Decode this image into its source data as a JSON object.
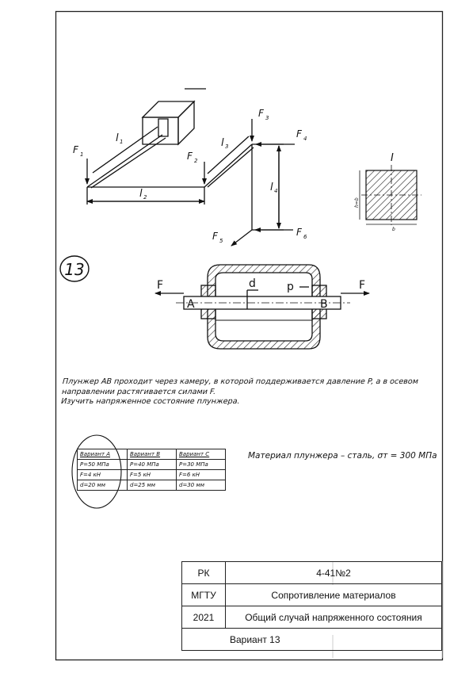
{
  "figure_labels": {
    "F1": "F",
    "F1_sub": "1",
    "F2": "F",
    "F2_sub": "2",
    "F3": "F",
    "F3_sub": "3",
    "F4": "F",
    "F4_sub": "4",
    "F5": "F",
    "F5_sub": "5",
    "F6": "F",
    "F6_sub": "6",
    "l1": "l",
    "l1_sub": "1",
    "l2": "l",
    "l2_sub": "2",
    "l3": "l",
    "l3_sub": "3",
    "l4": "l",
    "l4_sub": "4",
    "section": "I",
    "section_h": "h=b",
    "section_b": "b"
  },
  "problem_number": "13",
  "plunger": {
    "F_left": "F",
    "F_right": "F",
    "A": "A",
    "B": "B",
    "d": "d",
    "p": "p"
  },
  "problem_text": [
    "Плунжер АВ проходит через камеру, в которой поддерживается давление P, а в осевом",
    "направлении растягивается силами F.",
    "Изучить напряженное состояние плунжера."
  ],
  "variants": {
    "headers": [
      "Вариант А",
      "Вариант В",
      "Вариант С"
    ],
    "rows": [
      [
        "P=50 МПа",
        "P=40 МПа",
        "P=30 МПа"
      ],
      [
        "F=4 кН",
        "F=5 кН",
        "F=6 кН"
      ],
      [
        "d=20 мм",
        "d=25 мм",
        "d=30 мм"
      ]
    ]
  },
  "material_note": "Материал плунжера – сталь, σт = 300 МПа",
  "stamp": {
    "rk": "РК",
    "code": "4-41№2",
    "institute": "МГТУ",
    "subject": "Сопротивление материалов",
    "year": "2021",
    "topic": "Общий случай напряженного состояния",
    "variant": "Вариант 13"
  }
}
